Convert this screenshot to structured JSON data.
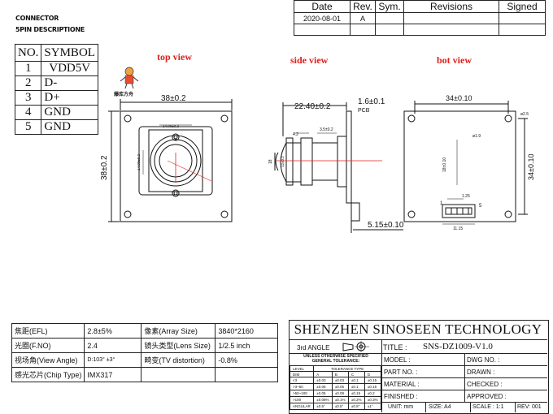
{
  "connector": {
    "title": "CONNECTOR",
    "subtitle": "5PIN DESCRIPTIONE",
    "headers": [
      "NO.",
      "SYMBOL"
    ],
    "rows": [
      {
        "no": "1",
        "symbol": "VDD5V"
      },
      {
        "no": "2",
        "symbol": "D-"
      },
      {
        "no": "3",
        "symbol": "D+"
      },
      {
        "no": "4",
        "symbol": "GND"
      },
      {
        "no": "5",
        "symbol": "GND"
      }
    ]
  },
  "revision": {
    "headers": [
      "Date",
      "Rev.",
      "Sym.",
      "Revisions",
      "Signed"
    ],
    "row": [
      "2020-08-01",
      "A",
      "",
      "",
      ""
    ]
  },
  "views": {
    "top": "top view",
    "side": "side view",
    "bot": "bot view",
    "logo_caption": "爆库方舟"
  },
  "dims": {
    "top_w": "38±0.2",
    "top_h": "38±0.2",
    "lens_dia": "14.00±0.2",
    "lens_h": "14.00±0.2",
    "side_len": "22.40±0.2",
    "pcb_t": "1.6±0.1",
    "pcb": "PCB",
    "side_42": "4.2",
    "side_35": "3.5±0.2",
    "side_18": "18",
    "side_12": "12±0.2",
    "side_515": "5.15±0.10",
    "bot_w": "34±0.10",
    "bot_h": "34±0.10",
    "bot_25": "ø2.5",
    "bot_19": "ø1.9",
    "bot_18": "18±0.10",
    "bot_125": "1.25",
    "bot_1": "1",
    "bot_5": "5",
    "bot_1115": "11.15"
  },
  "specs": [
    [
      "焦距(EFL)",
      "2.8±5%",
      "像素(Array Size)",
      "3840*2160"
    ],
    [
      "光圈(F.NO)",
      "2.4",
      "镜头类型(Lens Size)",
      "1/2.5 inch"
    ],
    [
      "视场角(View Angle)",
      "D:103° ±3°",
      "畸变(TV distortion)",
      "-0.8%"
    ],
    [
      "感光芯片(Chip Type)",
      "IMX317",
      "",
      ""
    ]
  ],
  "title_block": {
    "company": "SHENZHEN SINOSEEN TECHNOLOGY",
    "angle": "3rd ANGLE",
    "title_label": "TITLE :",
    "title_value": "SNS-DZ1009-V1.0",
    "tol_head1": "UNLESS OTHERWISE SPECIFIED",
    "tol_head2": "GENERAL TOLERANCE:",
    "tol_cols": [
      "LEVEL",
      "A",
      "B",
      "C",
      "D"
    ],
    "tol_type": "TOLERANCE TYPE",
    "tol_rows": [
      [
        "DIM",
        "",
        "",
        "",
        ""
      ],
      [
        "<3",
        "±0.03",
        "±0.03",
        "±0.1",
        "±0.15"
      ],
      [
        ">3~50",
        "±0.05",
        "±0.05",
        "±0.1",
        "±0.15"
      ],
      [
        ">50~100",
        "±0.05",
        "±0.08",
        "±0.15",
        "±0.2"
      ],
      [
        ">100",
        "±0.08%",
        "±0.1%",
        "±0.2%",
        "±0.3%"
      ],
      [
        "ANGULAR",
        "±0.5°",
        "±0.5°",
        "±0.8°",
        "±1°"
      ]
    ],
    "model": "MODEL :",
    "part_no": "PART NO. :",
    "material": "MATERIAL :",
    "finished": "FINISHED :",
    "dwg_no": "DWG NO. :",
    "drawn": "DRAWN :",
    "checked": "CHECKED :",
    "approved": "APPROVED :",
    "unit": "UNIT: mm",
    "size": "SIZE: A4",
    "scale": "SCALE :  1:1",
    "rev": "REV: 001"
  }
}
